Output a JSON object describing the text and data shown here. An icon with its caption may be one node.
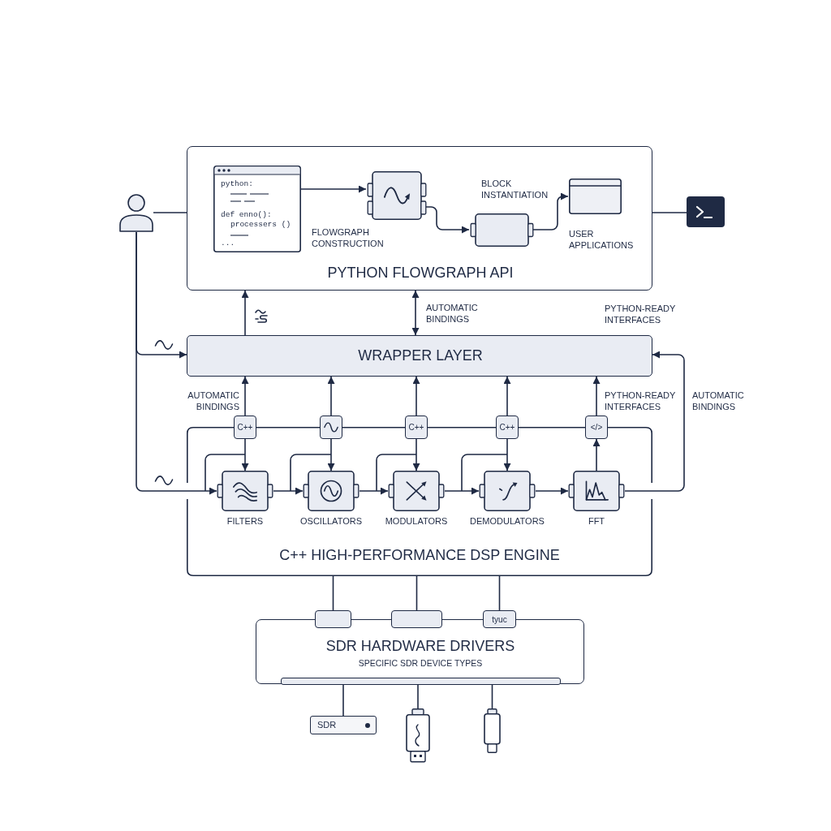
{
  "diagram": {
    "nodes": [
      {
        "text": [
          "PYTHON FLOWGRAPH API"
        ]
      },
      {
        "text": [
          "python:",
          "def enno():",
          "processers ()",
          "..."
        ],
        "in": 0
      },
      {
        "text": [],
        "shape": "box",
        "in": 0
      },
      {
        "text": [],
        "shape": "box",
        "in": 0
      },
      {
        "text": [
          "USER APPLICATIONS"
        ],
        "in": 0
      },
      {
        "text": [],
        "shape": "person"
      },
      {
        "text": [],
        "shape": "box"
      },
      {
        "text": [
          "WRAPPER LAYER"
        ]
      },
      {
        "text": [
          "C++ HIGH-PERFORMANCE DSP ENGINE"
        ]
      },
      {
        "text": [
          "C++"
        ]
      },
      {
        "text": [],
        "shape": "box"
      },
      {
        "text": [
          "C++"
        ]
      },
      {
        "text": [
          "C++"
        ]
      },
      {
        "text": [
          "</>"
        ]
      },
      {
        "text": [
          "FILTERS"
        ],
        "in": 8
      },
      {
        "text": [
          "OSCILLATORS"
        ],
        "in": 8
      },
      {
        "text": [
          "MODULATORS"
        ],
        "in": 8
      },
      {
        "text": [
          "DEMODULATORS"
        ],
        "in": 8
      },
      {
        "text": [
          "FFT"
        ],
        "in": 8
      },
      {
        "text": [
          "SDR HARDWARE DRIVERS",
          "SPECIFIC SDR DEVICE TYPES"
        ]
      },
      {
        "text": [],
        "shape": "box"
      },
      {
        "text": [],
        "shape": "box"
      },
      {
        "text": [
          "tyuc"
        ]
      },
      {
        "text": [],
        "shape": "bar",
        "in": 19
      },
      {
        "text": [
          "SDR"
        ]
      },
      {
        "text": [],
        "shape": "picture"
      },
      {
        "text": [],
        "shape": "box"
      }
    ],
    "edges": [
      {
        "from": 1,
        "to": 2,
        "arrow": "to"
      },
      {
        "from": 2,
        "to": 3,
        "arrow": "to"
      },
      {
        "from": 3,
        "to": 4,
        "arrow": "to"
      },
      {
        "from": 5,
        "to": 0,
        "arrow": "none"
      },
      {
        "from": 0,
        "to": 6,
        "arrow": "none"
      },
      {
        "from": 7,
        "to": 0,
        "arrow": "to"
      },
      {
        "from": 0,
        "to": 7,
        "arrow": "both",
        "label": "AUTOMATIC BINDINGS"
      },
      {
        "from": 5,
        "to": 7,
        "arrow": "to"
      },
      {
        "from": 5,
        "to": 14,
        "arrow": "to"
      },
      {
        "from": 9,
        "to": 7,
        "arrow": "to",
        "label": "AUTOMATIC BINDINGS"
      },
      {
        "from": 10,
        "to": 7,
        "arrow": "to"
      },
      {
        "from": 11,
        "to": 7,
        "arrow": "to"
      },
      {
        "from": 12,
        "to": 7,
        "arrow": "to"
      },
      {
        "from": 13,
        "to": 7,
        "arrow": "to",
        "label": "PYTHON-READY INTERFACES"
      },
      {
        "from": 9,
        "to": 14,
        "arrow": "to"
      },
      {
        "from": 10,
        "to": 15,
        "arrow": "to"
      },
      {
        "from": 11,
        "to": 16,
        "arrow": "to"
      },
      {
        "from": 12,
        "to": 17,
        "arrow": "to"
      },
      {
        "from": 18,
        "to": 13,
        "arrow": "to"
      },
      {
        "from": 14,
        "to": 15,
        "arrow": "to"
      },
      {
        "from": 15,
        "to": 16,
        "arrow": "to"
      },
      {
        "from": 16,
        "to": 17,
        "arrow": "to"
      },
      {
        "from": 17,
        "to": 18,
        "arrow": "to"
      },
      {
        "from": 18,
        "to": 7,
        "arrow": "to",
        "label": "AUTOMATIC BINDINGS"
      },
      {
        "from": 8,
        "to": 20,
        "arrow": "none"
      },
      {
        "from": 8,
        "to": 21,
        "arrow": "none"
      },
      {
        "from": 8,
        "to": 22,
        "arrow": "none"
      },
      {
        "from": 23,
        "to": 24,
        "arrow": "none"
      },
      {
        "from": 23,
        "to": 25,
        "arrow": "none"
      },
      {
        "from": 23,
        "to": 26,
        "arrow": "none"
      }
    ],
    "labels": [
      "BLOCK INSTANTIATION",
      "FLOWGRAPH CONSTRUCTION",
      "PYTHON-READY INTERFACES"
    ]
  }
}
